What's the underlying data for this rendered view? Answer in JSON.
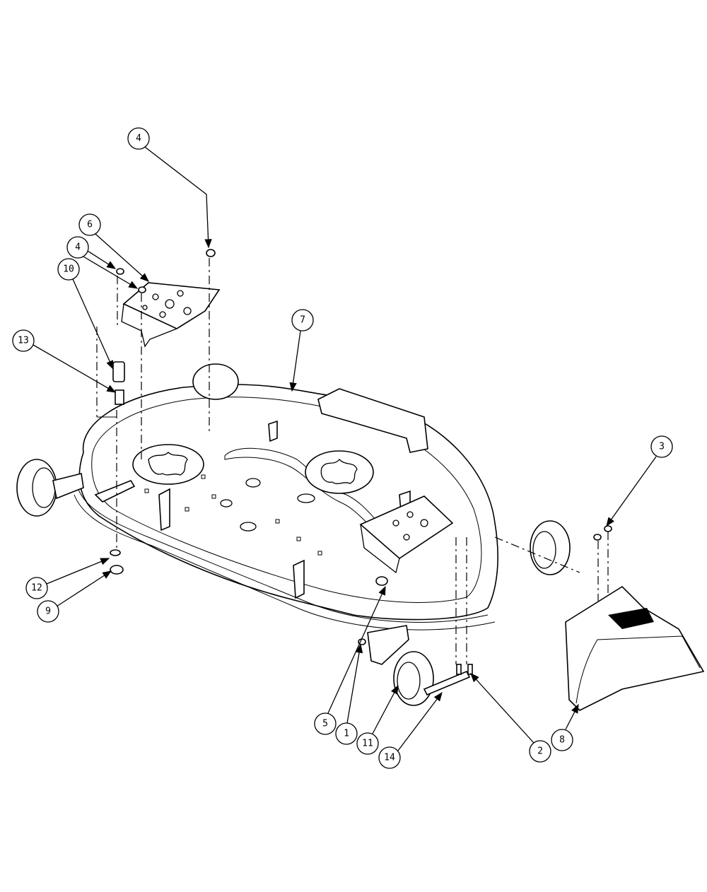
{
  "callouts": [
    {
      "label": "4"
    },
    {
      "label": "6"
    },
    {
      "label": "4"
    },
    {
      "label": "10"
    },
    {
      "label": "13"
    },
    {
      "label": "7"
    },
    {
      "label": "3"
    },
    {
      "label": "12"
    },
    {
      "label": "9"
    },
    {
      "label": "5"
    },
    {
      "label": "1"
    },
    {
      "label": "11"
    },
    {
      "label": "14"
    },
    {
      "label": "2"
    },
    {
      "label": "8"
    }
  ]
}
